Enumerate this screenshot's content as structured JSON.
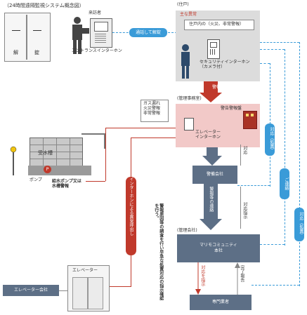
{
  "title": "（24時間遠隔監視システム概念図）",
  "entrance": {
    "door_left": "解",
    "door_right": "錠",
    "visitor_label": "来訪者",
    "intercom_label": "エントランスインターホン",
    "call_unlock": "通話して解錠"
  },
  "residence": {
    "header": "(住戸)",
    "abnormal_title": "主な異常",
    "abnormal_detail": "住戸内の（火災、非常警報）",
    "security_intercom": "セキュリティインターホン\n（カメラ付）"
  },
  "alarm_label": "警報",
  "management_room": {
    "header": "(管理事務室)",
    "alarms_note": "ガス漏れ\n火災警報\n非常警報",
    "alarm_panel": "警告警報盤",
    "elevator_intercom": "エレベーター\nインターホン"
  },
  "water": {
    "tank_label": "受水槽",
    "pump_label": "ポンプ",
    "p_symbol": "P",
    "alarm_text": "給水ポンプ又は\n水槽警報"
  },
  "security_company": "警備会社",
  "alarm_contact": "警報等の連絡",
  "response_left": "対応",
  "response_instruction": "対応指示",
  "response_right_1": "対応（処置）",
  "response_right_2": "ご連絡",
  "response_right_3": "対応（処置）",
  "abnormal_call_pill": "インターホンによる異常呼出し",
  "company_header": "(管理会社)",
  "company_instructions": "警報原因等の調査を行い早急な処置対応の指示確認を行う。",
  "marimo": "マリモコミュニティ\n本社",
  "response_request": "対応を指示",
  "completion_report": "完了報告",
  "specialist": "専門業者",
  "elevator": "エレベーター",
  "elevator_company": "エレベーター会社",
  "colors": {
    "accent_red": "#c0392b",
    "accent_blue": "#3a9bd8",
    "box_gray": "#5d6f86",
    "area_gray": "#dcdcdc",
    "pink": "#f2c9c8"
  }
}
